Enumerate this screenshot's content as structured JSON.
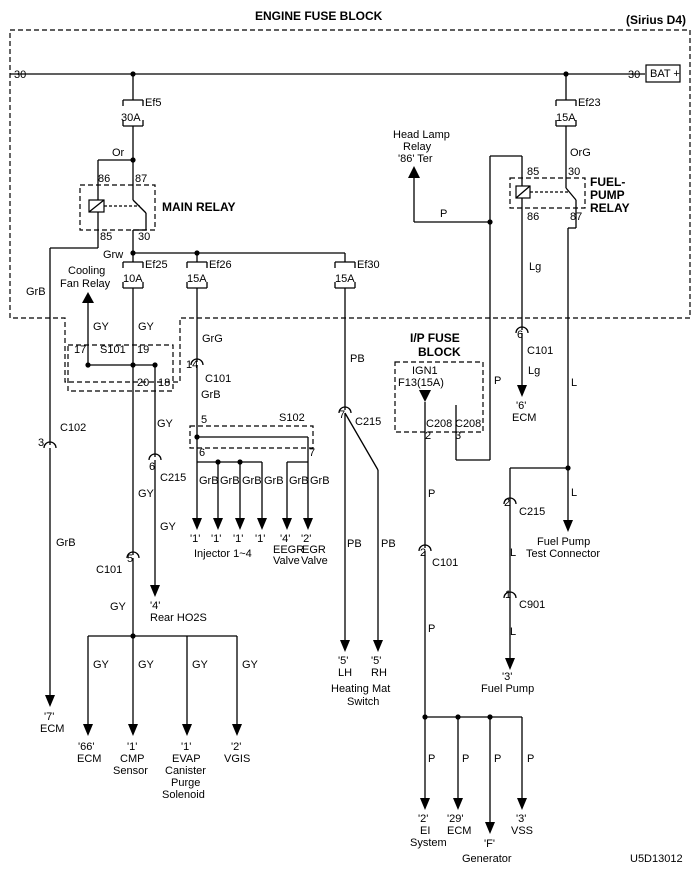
{
  "title": "ENGINE FUSE BLOCK",
  "variant": "(Sirius D4)",
  "figure_id": "U5D13012",
  "battery": {
    "label": "BAT +",
    "pin_left": "30",
    "pin_right": "30"
  },
  "fuses": {
    "ef5": {
      "id": "Ef5",
      "rating": "30A"
    },
    "ef23": {
      "id": "Ef23",
      "rating": "15A"
    },
    "ef25": {
      "id": "Ef25",
      "rating": "10A"
    },
    "ef26": {
      "id": "Ef26",
      "rating": "15A"
    },
    "ef30": {
      "id": "Ef30",
      "rating": "15A"
    },
    "f13": {
      "id": "IGN1",
      "rating": "F13(15A)"
    }
  },
  "relays": {
    "main": {
      "label": "MAIN RELAY",
      "p86": "86",
      "p87": "87",
      "p85": "85",
      "p30": "30"
    },
    "fuel_l1": "FUEL-",
    "fuel_l2": "PUMP",
    "fuel_l3": "RELAY",
    "fuel": {
      "p85": "85",
      "p30": "30",
      "p86": "86",
      "p87": "87"
    }
  },
  "ip_block": {
    "l1": "I/P FUSE",
    "l2": "BLOCK"
  },
  "wires": {
    "or": "Or",
    "org": "OrG",
    "grw": "Grw",
    "grb": "GrB",
    "gy": "GY",
    "grg": "GrG",
    "pb": "PB",
    "lg": "Lg",
    "l": "L",
    "p": "P"
  },
  "connectors": {
    "c101": "C101",
    "c102": "C102",
    "c215": "C215",
    "c901": "C901",
    "c208": "C208",
    "s101": "S101",
    "s102": "S102",
    "n1": "1",
    "n2": "2",
    "n3": "3",
    "n5": "5",
    "n6": "6",
    "n7": "7",
    "n14": "14",
    "n17": "17",
    "n18": "18",
    "n19": "19",
    "n20": "20"
  },
  "labels": {
    "cooling1": "Cooling",
    "cooling2": "Fan Relay",
    "headlamp1": "Head Lamp",
    "headlamp2": "Relay",
    "headlamp3": "'86' Ter",
    "ecm": "ECM",
    "ecm7": "'7'",
    "ecm66": "'66'",
    "ecm6": "'6'",
    "ecm29": "'29'",
    "cmp_pin": "'1'",
    "cmp": "CMP",
    "sensor": "Sensor",
    "evap_pin": "'1'",
    "evap": "EVAP",
    "canister": "Canister",
    "purge": "Purge",
    "solenoid": "Solenoid",
    "vgis_pin": "'2'",
    "vgis": "VGIS",
    "rear_pin": "'4'",
    "rear": "Rear HO2S",
    "inj_pin": "'1'",
    "injector": "Injector 1~4",
    "eegr_pin": "'4'",
    "eegr": "EEGR",
    "egr_pin": "'2'",
    "egr": "EGR",
    "valve": "Valve",
    "mat_lh_pin": "'5'",
    "lh": "LH",
    "mat_rh_pin": "'5'",
    "rh": "RH",
    "heating1": "Heating Mat",
    "heating2": "Switch",
    "fptc1": "Fuel Pump",
    "fptc2": "Test Connector",
    "fp_pin": "'3'",
    "fp": "Fuel Pump",
    "ei_pin": "'2'",
    "ei": "EI",
    "system": "System",
    "gen_pin": "'F'",
    "gen": "Generator",
    "vss_pin": "'3'",
    "vss": "VSS"
  }
}
